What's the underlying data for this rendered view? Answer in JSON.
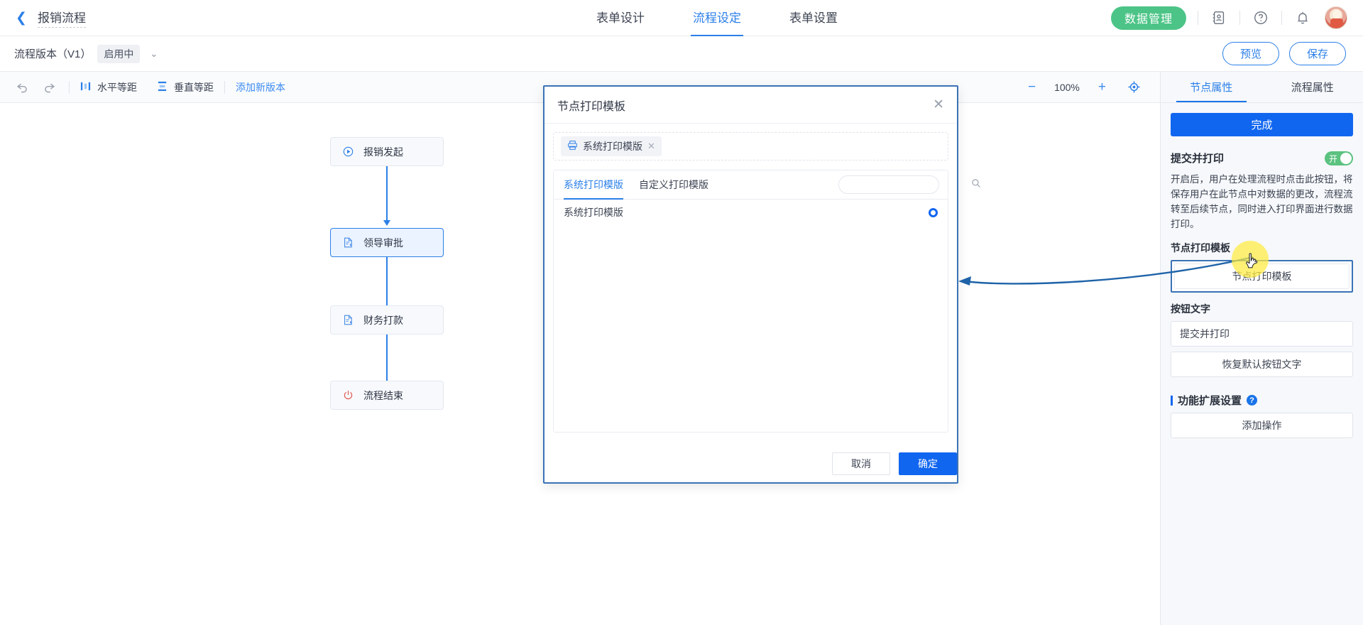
{
  "header": {
    "back_icon": "chevron-left-icon",
    "title": "报销流程",
    "tabs": [
      {
        "label": "表单设计",
        "active": false
      },
      {
        "label": "流程设定",
        "active": true
      },
      {
        "label": "表单设置",
        "active": false
      }
    ],
    "data_button": "数据管理",
    "icons": [
      "contacts-icon",
      "help-circle-icon",
      "bell-icon",
      "avatar"
    ],
    "accent_green": "#4cc487"
  },
  "version_bar": {
    "label": "流程版本（V1）",
    "badge": "启用中",
    "caret_icon": "chevron-down-icon",
    "preview_button": "预览",
    "save_button": "保存"
  },
  "canvas_toolbar": {
    "undo_icon": "undo-icon",
    "redo_icon": "redo-icon",
    "horizontal_label": "水平等距",
    "vertical_label": "垂直等距",
    "add_version_link": "添加新版本",
    "zoom_out": "−",
    "zoom_value": "100%",
    "zoom_in": "+",
    "fit_icon": "target-icon"
  },
  "flow": {
    "nodes": [
      {
        "label": "报销发起",
        "icon": "play-circle-icon",
        "selected": false
      },
      {
        "label": "领导审批",
        "icon": "document-edit-icon",
        "selected": true
      },
      {
        "label": "财务打款",
        "icon": "document-edit-icon",
        "selected": false
      },
      {
        "label": "流程结束",
        "icon": "power-off-icon",
        "selected": false
      }
    ]
  },
  "right_panel": {
    "tabs": [
      {
        "label": "节点属性",
        "active": true
      },
      {
        "label": "流程属性",
        "active": false
      }
    ],
    "done_button": "完成",
    "submit_print": {
      "title": "提交并打印",
      "toggle_label": "开",
      "toggle_on": true,
      "description": "开启后，用户在处理流程时点击此按钮，将保存用户在此节点中对数据的更改，流程流转至后续节点，同时进入打印界面进行数据打印。"
    },
    "node_print_template": {
      "label": "节点打印模板",
      "button": "节点打印模板"
    },
    "button_text": {
      "label": "按钮文字",
      "value": "提交并打印",
      "restore_button": "恢复默认按钮文字"
    },
    "extension": {
      "title": "功能扩展设置",
      "help_icon": "help-circle-icon",
      "add_button": "添加操作"
    }
  },
  "modal": {
    "title": "节点打印模板",
    "close_icon": "close-icon",
    "chip": {
      "label": "系统打印模版",
      "icon": "printer-icon",
      "remove_icon": "close-icon"
    },
    "tabs": [
      {
        "label": "系统打印模版",
        "active": true
      },
      {
        "label": "自定义打印模版",
        "active": false
      }
    ],
    "search_placeholder": "",
    "search_value": "",
    "search_icon": "search-icon",
    "list": [
      {
        "label": "系统打印模版",
        "selected": true
      }
    ],
    "cancel_button": "取消",
    "confirm_button": "确定"
  },
  "annotation": {
    "arrow_color": "#1e63a8",
    "cursor_icon": "mouse-pointer-hand-icon"
  }
}
